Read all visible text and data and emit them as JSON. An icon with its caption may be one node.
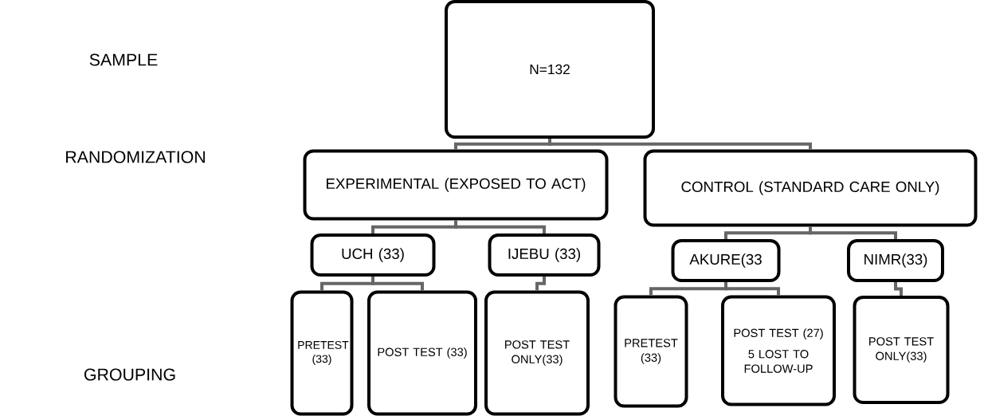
{
  "diagram": {
    "nodes": [
      {
        "text": [
          "N=132"
        ]
      },
      {
        "text": [
          "EXPERIMENTAL (EXPOSED TO ACT)"
        ]
      },
      {
        "text": [
          "CONTROL (STANDARD CARE ONLY)"
        ]
      },
      {
        "text": [
          "UCH (33)"
        ]
      },
      {
        "text": [
          "IJEBU (33)"
        ]
      },
      {
        "text": [
          "AKURE(33"
        ]
      },
      {
        "text": [
          "NIMR(33)"
        ]
      },
      {
        "text": [
          "PRETEST (33)"
        ]
      },
      {
        "text": [
          "POST TEST (33)"
        ]
      },
      {
        "text": [
          "POST TEST ONLY(33)"
        ]
      },
      {
        "text": [
          "PRETEST (33)"
        ]
      },
      {
        "text": [
          "POST TEST (27)",
          "5 LOST TO FOLLOW-UP"
        ]
      },
      {
        "text": [
          "POST TEST ONLY(33)"
        ]
      }
    ],
    "edges": [
      {
        "from": 0,
        "to": 1,
        "arrow": "none"
      },
      {
        "from": 0,
        "to": 2,
        "arrow": "none"
      },
      {
        "from": 1,
        "to": 3,
        "arrow": "none"
      },
      {
        "from": 1,
        "to": 4,
        "arrow": "none"
      },
      {
        "from": 2,
        "to": 5,
        "arrow": "none"
      },
      {
        "from": 2,
        "to": 6,
        "arrow": "none"
      },
      {
        "from": 3,
        "to": 7,
        "arrow": "none"
      },
      {
        "from": 3,
        "to": 8,
        "arrow": "none"
      },
      {
        "from": 4,
        "to": 9,
        "arrow": "none"
      },
      {
        "from": 5,
        "to": 10,
        "arrow": "none"
      },
      {
        "from": 5,
        "to": 11,
        "arrow": "none"
      },
      {
        "from": 6,
        "to": 12,
        "arrow": "none"
      }
    ],
    "labels": [
      "SAMPLE",
      "RANDOMIZATION",
      "GROUPING"
    ]
  }
}
